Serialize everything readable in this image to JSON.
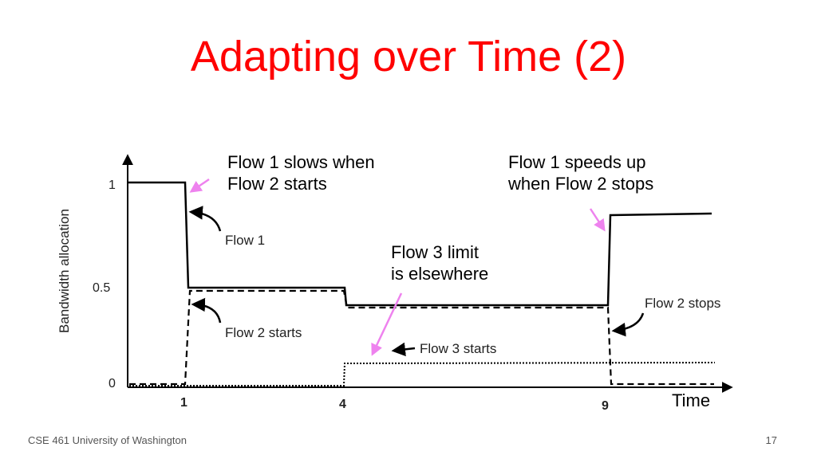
{
  "slide": {
    "title": "Adapting over Time (2)",
    "footer_left": "CSE 461 University of Washington",
    "page_number": "17",
    "accent_color": "#ff0000",
    "arrow_color": "#ee82ee"
  },
  "callouts": {
    "flow1_slows": [
      "Flow 1 slows when",
      "Flow 2 starts"
    ],
    "flow1_speeds": [
      "Flow 1 speeds up",
      "when Flow 2 stops"
    ],
    "flow3_limit": [
      "Flow 3 limit",
      "is elsewhere"
    ]
  },
  "chart_data": {
    "type": "line",
    "ylabel": "Bandwidth allocation",
    "xlabel": "Time",
    "y_ticks": [
      "0",
      "0.5",
      "1"
    ],
    "x_ticks": [
      "1",
      "4",
      "9"
    ],
    "annotations": [
      "Flow 1",
      "Flow 2 starts",
      "Flow 3 starts",
      "Flow 2 stops"
    ]
  }
}
